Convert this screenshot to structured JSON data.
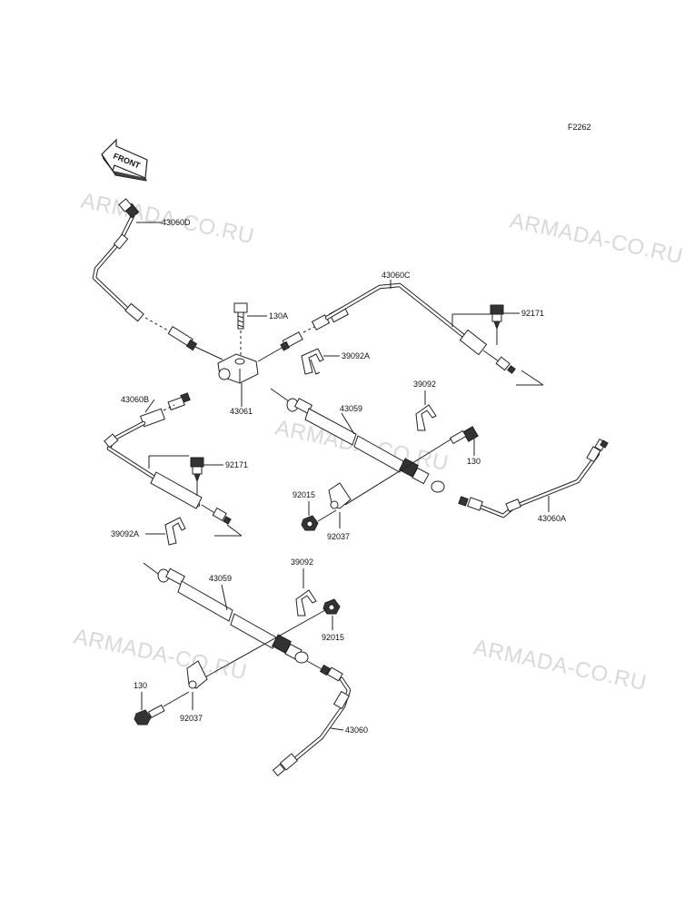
{
  "diagram_code": "F2262",
  "front_label": "FRONT",
  "watermarks": [
    "ARMADA-CO.RU",
    "ARMADA-CO.RU",
    "ARMADA-CO.RU",
    "ARMADA-CO.RU",
    "ARMADA-CO.RU"
  ],
  "parts": {
    "p43060D": "43060D",
    "p130A": "130A",
    "p43060C": "43060C",
    "p92171_top": "92171",
    "p39092A_top": "39092A",
    "p39092_top": "39092",
    "p43059_top": "43059",
    "p43061": "43061",
    "p43060B": "43060B",
    "p130_mid": "130",
    "p92171_mid": "92171",
    "p92015_mid": "92015",
    "p92037_mid": "92037",
    "p43060A": "43060A",
    "p39092A_mid": "39092A",
    "p43059_bot": "43059",
    "p39092_bot": "39092",
    "p92015_bot": "92015",
    "p130_bot": "130",
    "p92037_bot": "92037",
    "p43060": "43060"
  }
}
